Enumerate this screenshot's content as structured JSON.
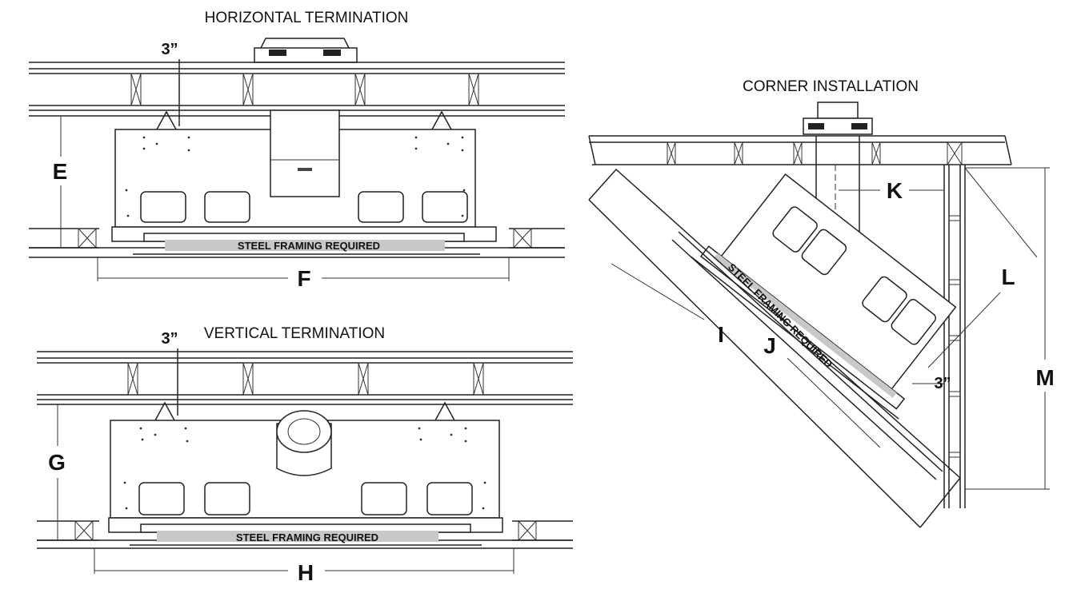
{
  "diagrams": {
    "horizontal": {
      "title": "HORIZONTAL TERMINATION",
      "clearance": "3”",
      "height_label": "E",
      "width_label": "F",
      "framing_note": "STEEL FRAMING REQUIRED"
    },
    "vertical": {
      "title": "VERTICAL TERMINATION",
      "clearance": "3”",
      "height_label": "G",
      "width_label": "H",
      "framing_note": "STEEL FRAMING REQUIRED"
    },
    "corner": {
      "title": "CORNER INSTALLATION",
      "labels": {
        "k": "K",
        "l": "L",
        "m": "M",
        "i": "I",
        "j": "J"
      },
      "clearance": "3”",
      "framing_note": "STEEL FRAMING REQUIRED"
    }
  }
}
